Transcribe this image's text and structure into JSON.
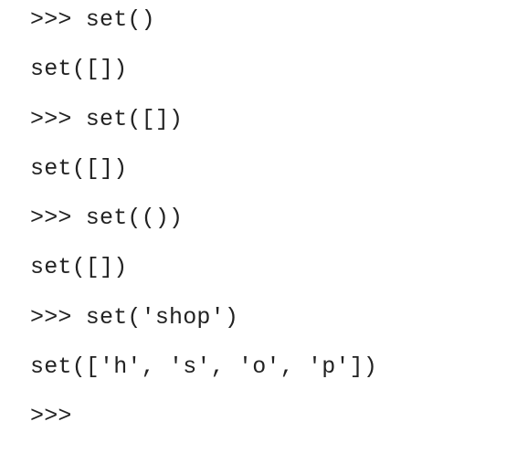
{
  "console": {
    "lines": [
      ">>> set()",
      "set([])",
      ">>> set([])",
      "set([])",
      ">>> set(())",
      "set([])",
      ">>> set('shop')",
      "set(['h', 's', 'o', 'p'])",
      ">>>"
    ]
  }
}
